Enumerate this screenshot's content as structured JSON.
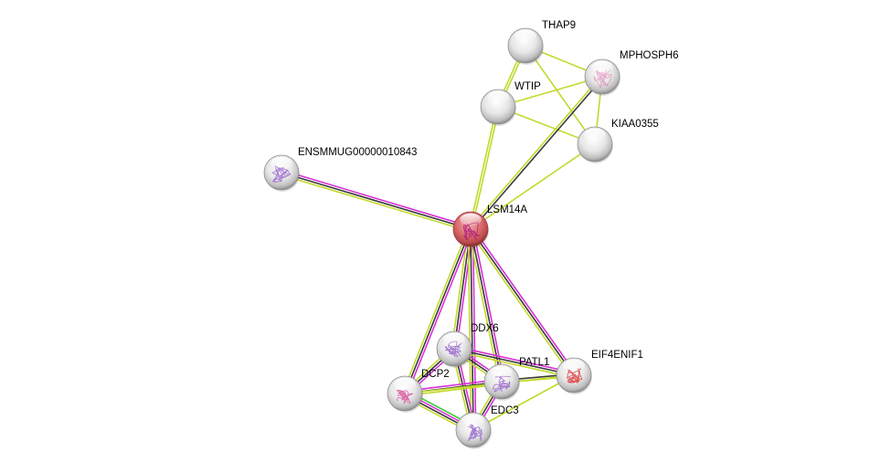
{
  "diagram": {
    "type": "protein-interaction-network",
    "colors": {
      "query_node": "#d9666a",
      "other_node": "#d9d9d9",
      "edge_textmining": "#c3d92b",
      "edge_coexpression": "#3a3a3a",
      "edge_experiments": "#d930d9",
      "edge_database": "#33cc33"
    },
    "nodes": [
      {
        "id": "LSM14A",
        "label": "LSM14A",
        "query": true,
        "structure": "pink-cartoon"
      },
      {
        "id": "THAP9",
        "label": "THAP9",
        "query": false,
        "structure": "none"
      },
      {
        "id": "MPHOSPH6",
        "label": "MPHOSPH6",
        "query": false,
        "structure": "pink-cartoon"
      },
      {
        "id": "WTIP",
        "label": "WTIP",
        "query": false,
        "structure": "none"
      },
      {
        "id": "KIAA0355",
        "label": "KIAA0355",
        "query": false,
        "structure": "none"
      },
      {
        "id": "ENSMMUG00000010843",
        "label": "ENSMMUG00000010843",
        "query": false,
        "structure": "purple-cartoon"
      },
      {
        "id": "DDX6",
        "label": "DDX6",
        "query": false,
        "structure": "purple-cartoon"
      },
      {
        "id": "PATL1",
        "label": "PATL1",
        "query": false,
        "structure": "purple-cartoon"
      },
      {
        "id": "EIF4ENIF1",
        "label": "EIF4ENIF1",
        "query": false,
        "structure": "red-cartoon"
      },
      {
        "id": "DCP2",
        "label": "DCP2",
        "query": false,
        "structure": "pink-cartoon"
      },
      {
        "id": "EDC3",
        "label": "EDC3",
        "query": false,
        "structure": "purple-cartoon"
      }
    ],
    "edges": [
      {
        "source": "THAP9",
        "target": "WTIP",
        "evidence": [
          "textmining",
          "textmining"
        ]
      },
      {
        "source": "THAP9",
        "target": "MPHOSPH6",
        "evidence": [
          "textmining"
        ]
      },
      {
        "source": "THAP9",
        "target": "KIAA0355",
        "evidence": [
          "textmining"
        ]
      },
      {
        "source": "WTIP",
        "target": "MPHOSPH6",
        "evidence": [
          "textmining"
        ]
      },
      {
        "source": "WTIP",
        "target": "KIAA0355",
        "evidence": [
          "textmining"
        ]
      },
      {
        "source": "MPHOSPH6",
        "target": "KIAA0355",
        "evidence": [
          "textmining"
        ]
      },
      {
        "source": "WTIP",
        "target": "LSM14A",
        "evidence": [
          "textmining",
          "textmining"
        ]
      },
      {
        "source": "MPHOSPH6",
        "target": "LSM14A",
        "evidence": [
          "coexpression",
          "textmining"
        ]
      },
      {
        "source": "KIAA0355",
        "target": "LSM14A",
        "evidence": [
          "textmining"
        ]
      },
      {
        "source": "ENSMMUG00000010843",
        "target": "LSM14A",
        "evidence": [
          "experiments",
          "coexpression",
          "textmining"
        ]
      },
      {
        "source": "LSM14A",
        "target": "DDX6",
        "evidence": [
          "experiments",
          "coexpression",
          "textmining"
        ]
      },
      {
        "source": "LSM14A",
        "target": "DCP2",
        "evidence": [
          "experiments",
          "coexpression",
          "textmining"
        ]
      },
      {
        "source": "LSM14A",
        "target": "EDC3",
        "evidence": [
          "experiments",
          "coexpression",
          "textmining"
        ]
      },
      {
        "source": "LSM14A",
        "target": "PATL1",
        "evidence": [
          "experiments",
          "coexpression",
          "textmining"
        ]
      },
      {
        "source": "LSM14A",
        "target": "EIF4ENIF1",
        "evidence": [
          "experiments",
          "coexpression",
          "textmining"
        ]
      },
      {
        "source": "DDX6",
        "target": "PATL1",
        "evidence": [
          "experiments",
          "coexpression",
          "textmining"
        ]
      },
      {
        "source": "DDX6",
        "target": "EIF4ENIF1",
        "evidence": [
          "experiments",
          "coexpression",
          "textmining"
        ]
      },
      {
        "source": "DDX6",
        "target": "DCP2",
        "evidence": [
          "experiments",
          "coexpression",
          "textmining"
        ]
      },
      {
        "source": "DDX6",
        "target": "EDC3",
        "evidence": [
          "experiments",
          "coexpression",
          "textmining"
        ]
      },
      {
        "source": "DCP2",
        "target": "PATL1",
        "evidence": [
          "experiments",
          "coexpression",
          "textmining"
        ]
      },
      {
        "source": "DCP2",
        "target": "EDC3",
        "evidence": [
          "database",
          "experiments",
          "coexpression",
          "textmining"
        ]
      },
      {
        "source": "PATL1",
        "target": "EDC3",
        "evidence": [
          "experiments",
          "coexpression",
          "textmining"
        ]
      },
      {
        "source": "PATL1",
        "target": "EIF4ENIF1",
        "evidence": [
          "coexpression",
          "textmining"
        ]
      },
      {
        "source": "EDC3",
        "target": "EIF4ENIF1",
        "evidence": [
          "textmining"
        ]
      },
      {
        "source": "DCP2",
        "target": "EIF4ENIF1",
        "evidence": [
          "textmining"
        ]
      }
    ]
  }
}
